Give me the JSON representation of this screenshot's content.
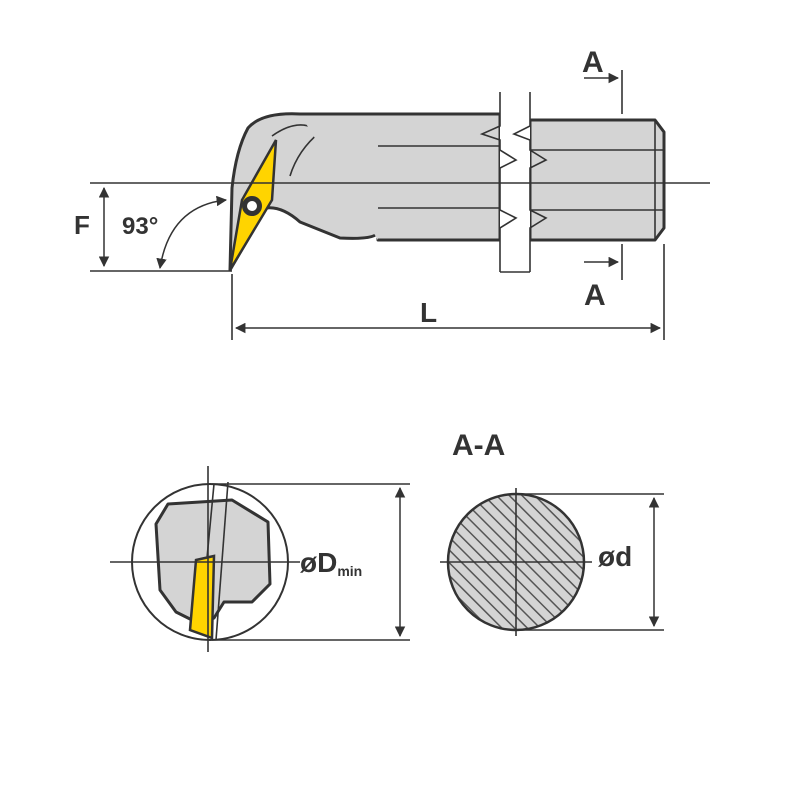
{
  "labels": {
    "section_top": "A",
    "section_bottom": "A",
    "f": "F",
    "angle": "93°",
    "length": "L",
    "section_view": "A-A",
    "dmin_prefix": "øD",
    "dmin_sub": "min",
    "d": "ød"
  },
  "colors": {
    "insert": "#ffd400",
    "body_fill": "#d4d4d4",
    "line": "#333333"
  }
}
